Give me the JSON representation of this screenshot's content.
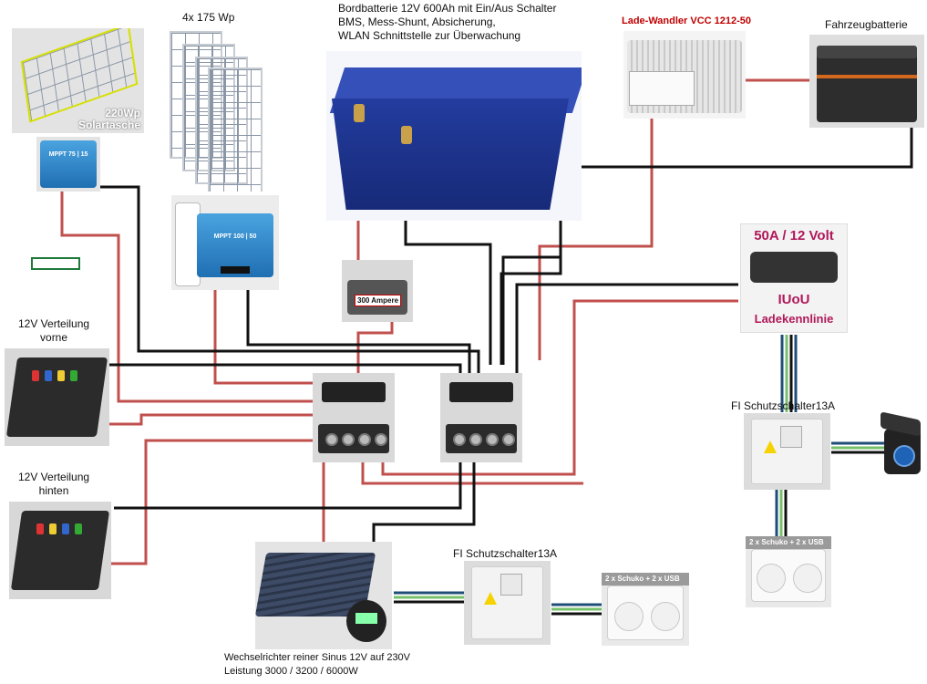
{
  "labels": {
    "solar_panels": "4x 175 Wp",
    "battery": "Bordbatterie 12V 600Ah mit Ein/Aus Schalter\nBMS, Mess-Shunt, Absicherung,\nWLAN Schnittstelle zur Überwachung",
    "charger_dcdc": "Lade-Wandler VCC 1212-50",
    "vehicle_battery": "Fahrzeugbatterie",
    "solar_bag": "220Wp\nSolartasche",
    "mppt_small": "MPPT 75 | 15",
    "mppt_large": "MPPT 100 | 50",
    "fuse_300": "300 Ampere",
    "charger_title": "50A / 12 Volt",
    "charger_sub1": "IUoU",
    "charger_sub2": "Ladekennlinie",
    "dist_front": "12V Verteilung\nvorne",
    "dist_rear": "12V Verteilung\nhinten",
    "fi_right": "FI Schutzschalter13A",
    "fi_bottom": "FI Schutzschalter13A",
    "sockets_right": "2 x Schuko + 2 x USB",
    "sockets_bottom": "2 x Schuko + 2 x USB",
    "inverter": "Wechselrichter reiner Sinus 12V auf 230V\nLeistung 3000 / 3200 / 6000W"
  },
  "colors": {
    "wire_positive": "#c0504d",
    "wire_negative": "#111111",
    "wire_ac_blue": "#1f4e79",
    "wire_ac_green": "#77c06b",
    "charger_title": "#b0185a",
    "dcdc_title": "#c00000",
    "battery_blue": "#233c9e"
  }
}
